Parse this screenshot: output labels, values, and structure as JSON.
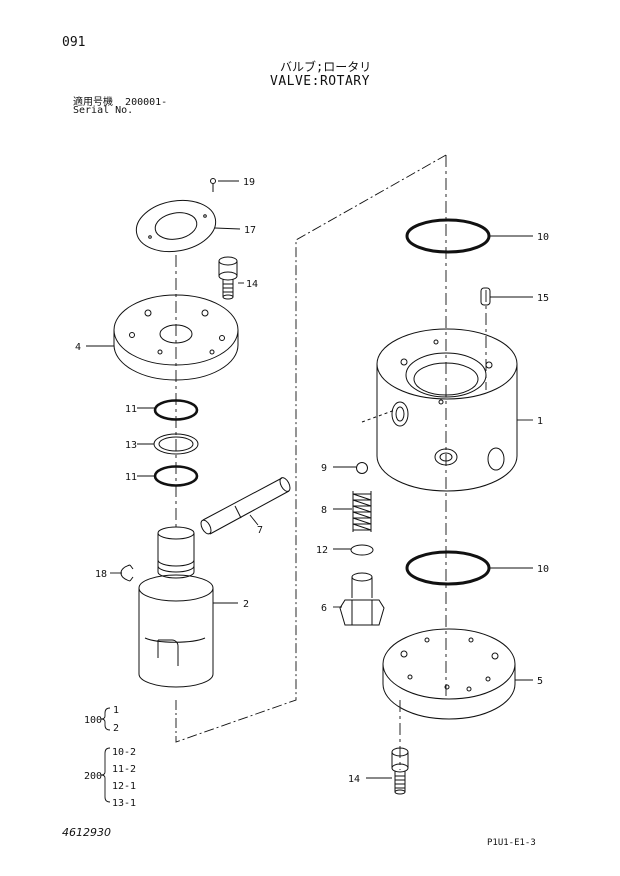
{
  "header": {
    "page_code": "091",
    "title_jp": "バルブ;ロータリ",
    "title_en": "VALVE:ROTARY",
    "serial_label_jp": "適用号機",
    "serial_value": "200001-",
    "serial_label_en": "Serial No."
  },
  "callouts": {
    "p1": "1",
    "p2": "2",
    "p4": "4",
    "p5": "5",
    "p6": "6",
    "p7": "7",
    "p8": "8",
    "p9": "9",
    "p10a": "10",
    "p10b": "10",
    "p11a": "11",
    "p11b": "11",
    "p12": "12",
    "p13": "13",
    "p14a": "14",
    "p14b": "14",
    "p15": "15",
    "p17": "17",
    "p18": "18",
    "p19": "19"
  },
  "kits": {
    "kit100": {
      "label": "100",
      "items": [
        "1",
        "2"
      ]
    },
    "kit200": {
      "label": "200",
      "items": [
        "10-2",
        "11-2",
        "12-1",
        "13-1"
      ]
    }
  },
  "footer": {
    "drawing_no": "4612930",
    "page_ref": "P1U1-E1-3"
  }
}
